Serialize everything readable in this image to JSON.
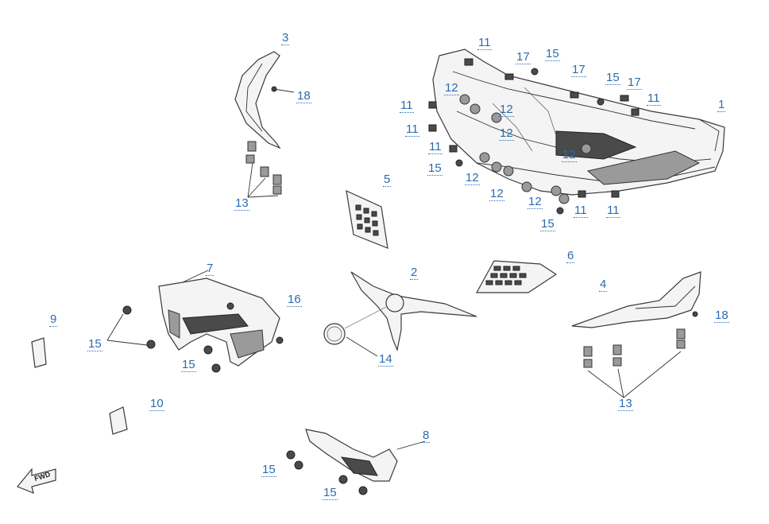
{
  "callouts": {
    "c1": "1",
    "c2": "2",
    "c3": "3",
    "c4": "4",
    "c5": "5",
    "c6": "6",
    "c7": "7",
    "c8": "8",
    "c9": "9",
    "c10": "10",
    "c11": "11",
    "c12": "12",
    "c13": "13",
    "c14": "14",
    "c15": "15",
    "c16": "16",
    "c17": "17",
    "c18": "18"
  },
  "fwd_label": "FWD"
}
